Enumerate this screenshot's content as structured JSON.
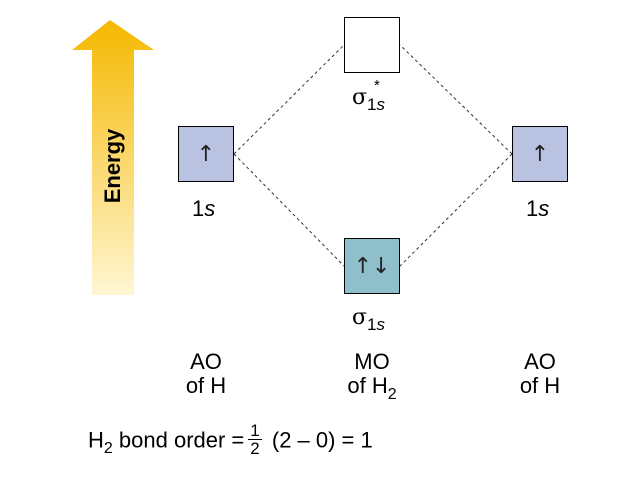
{
  "energy_axis": {
    "label": "Energy"
  },
  "atomic_orbitals": {
    "left": {
      "label_prefix": "1",
      "label_italic": "s",
      "electrons": "↑"
    },
    "right": {
      "label_prefix": "1",
      "label_italic": "s",
      "electrons": "↑"
    }
  },
  "molecular_orbitals": {
    "bonding": {
      "symbol": "σ",
      "subscript_prefix": "1",
      "subscript_italic": "s",
      "electrons": "↑↓"
    },
    "antibonding": {
      "symbol": "σ",
      "superscript": "*",
      "subscript_prefix": "1",
      "subscript_italic": "s",
      "electrons": ""
    }
  },
  "column_labels": {
    "left": {
      "line1": "AO",
      "line2": "of H"
    },
    "center": {
      "line1": "MO",
      "line2_prefix": "of H",
      "line2_sub": "2"
    },
    "right": {
      "line1": "AO",
      "line2": "of H"
    }
  },
  "bond_order": {
    "prefix": "H",
    "prefix_sub": "2",
    "text": " bond order =",
    "fraction_num": "1",
    "fraction_den": "2",
    "expression": " (2 – 0) = 1"
  },
  "colors": {
    "arrow_top": "#f5b800",
    "arrow_bottom": "#fff6d2",
    "ao_fill": "#b9c2e0",
    "bonding_fill": "#8fbfca",
    "antibonding_fill": "#ffffff"
  }
}
